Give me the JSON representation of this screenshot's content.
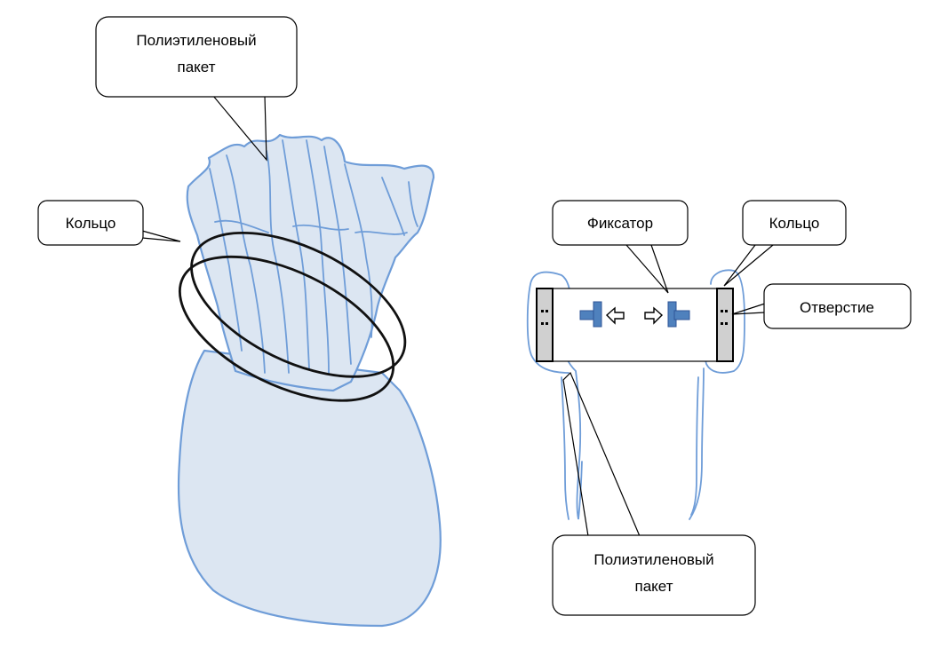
{
  "left_figure": {
    "bag_label_line1": "Полиэтиленовый",
    "bag_label_line2": "пакет",
    "ring_label": "Кольцо"
  },
  "right_figure": {
    "clamp_label": "Фиксатор",
    "ring_label": "Кольцо",
    "hole_label": "Отверстие",
    "bag_label_line1": "Полиэтиленовый",
    "bag_label_line2": "пакет"
  },
  "colors": {
    "bag_fill": "#dce6f2",
    "bag_stroke": "#6f9dd8",
    "clamp_part": "#4f81bd",
    "endcap": "#d0d0d0"
  }
}
